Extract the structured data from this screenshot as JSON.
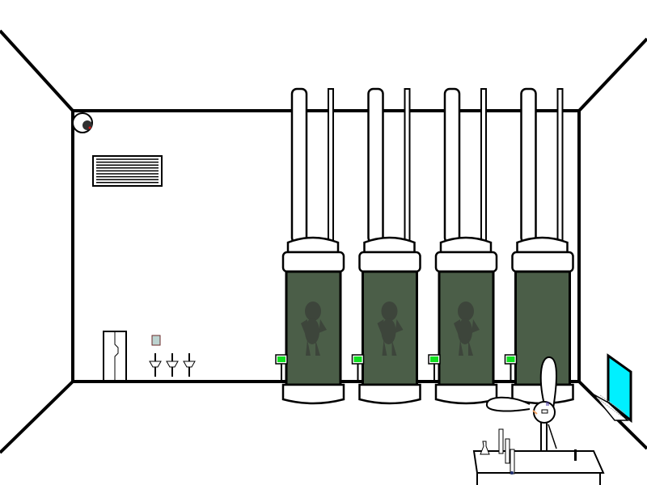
{
  "scene": {
    "name": "lab-room",
    "colors": {
      "line": "#000000",
      "wall": "#ffffff",
      "tank_glass": "#4b5e48",
      "silhouette": "#3a3f38",
      "monitor_screen": "#00f0ff",
      "panel_light": "#10e020",
      "camera_lens": "#303030",
      "camera_led": "#e01010"
    },
    "tanks": [
      {
        "id": 1,
        "occupied": true
      },
      {
        "id": 2,
        "occupied": true
      },
      {
        "id": 3,
        "occupied": true
      },
      {
        "id": 4,
        "occupied": false
      }
    ],
    "sinks": 3,
    "icons": [
      "security-camera-icon",
      "air-vent-icon",
      "door-icon",
      "sink-icon",
      "laptop-icon",
      "lab-bench-icon",
      "rabbit-character-icon"
    ]
  }
}
